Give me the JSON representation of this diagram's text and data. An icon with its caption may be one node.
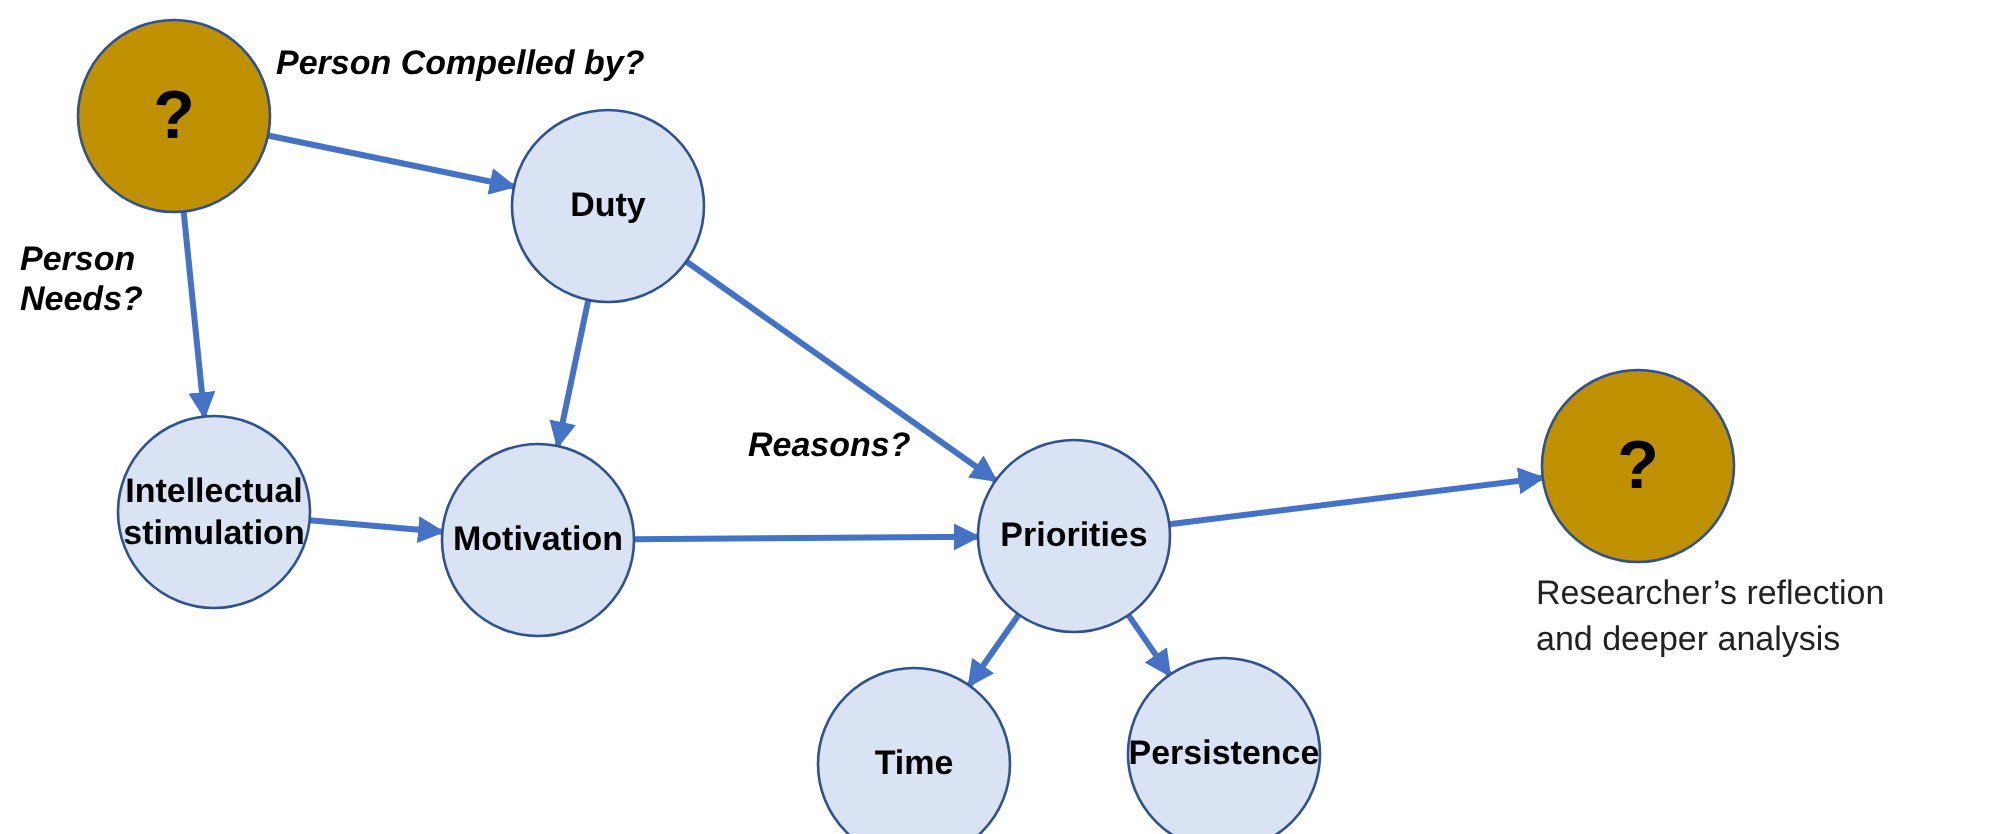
{
  "diagram": {
    "nodes": [
      {
        "text": [
          "?"
        ]
      },
      {
        "text": [
          "Duty"
        ]
      },
      {
        "text": [
          "Intellectual stimulation"
        ]
      },
      {
        "text": [
          "Motivation"
        ]
      },
      {
        "text": [
          "Priorities"
        ]
      },
      {
        "text": [
          "?"
        ],
        "beside": [
          "Researcher’s reflection and deeper analysis"
        ]
      },
      {
        "text": [
          "Time"
        ]
      },
      {
        "text": [
          "Persistence"
        ]
      }
    ],
    "edges": [
      {
        "from": 0,
        "to": 1,
        "arrow": "to",
        "label": "Person Compelled by?"
      },
      {
        "from": 0,
        "to": 2,
        "arrow": "to",
        "label": "Person Needs?"
      },
      {
        "from": 1,
        "to": 3,
        "arrow": "to"
      },
      {
        "from": 1,
        "to": 4,
        "arrow": "to",
        "label": "Reasons?"
      },
      {
        "from": 2,
        "to": 3,
        "arrow": "to"
      },
      {
        "from": 3,
        "to": 4,
        "arrow": "to"
      },
      {
        "from": 4,
        "to": 5,
        "arrow": "to"
      },
      {
        "from": 4,
        "to": 6,
        "arrow": "to"
      },
      {
        "from": 4,
        "to": 7,
        "arrow": "to"
      }
    ]
  }
}
